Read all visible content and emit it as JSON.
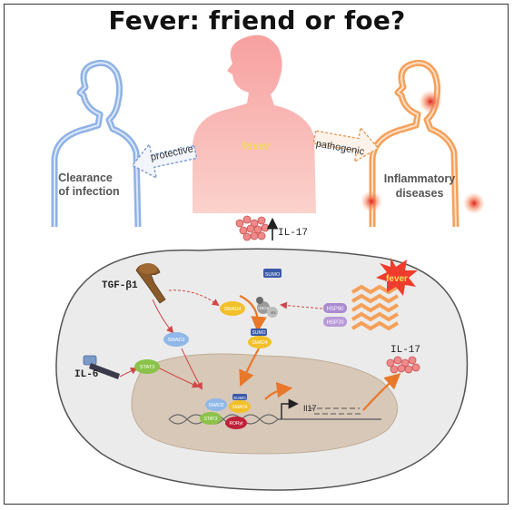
{
  "title": "Fever: friend or foe?",
  "labels": {
    "fever": "fever",
    "protective": "protective",
    "pathogenic": "pathogenic",
    "clearance_line1": "Clearance",
    "clearance_line2": "of infection",
    "inflammatory_line1": "Inflammatory",
    "inflammatory_line2": "diseases",
    "il17_top": "IL-17",
    "tgfb1": "TGF-β1",
    "il6": "IL-6",
    "il17_right": "IL-17",
    "fever_burst": "fever",
    "gene": "Il17"
  },
  "proteins": {
    "sumo": "SUMO",
    "smad4": "SMAD4",
    "smad2": "SMAD2",
    "stat3": "STAT3",
    "hsp90": "HSP90",
    "hsp70": "HSP70",
    "ubc9": "UBC9",
    "e3": "E3",
    "rorgt": "RORγt"
  },
  "colors": {
    "protective_blue": "#8fb2e6",
    "pathogenic_orange": "#f5a05a",
    "fever_red": "#f08080",
    "arrow_red": "#d04848",
    "arrow_orange": "#e8782a",
    "smad4_yellow": "#f2c029",
    "stat3_green": "#8bc34a",
    "hsp_purple": "#a98bd0"
  }
}
